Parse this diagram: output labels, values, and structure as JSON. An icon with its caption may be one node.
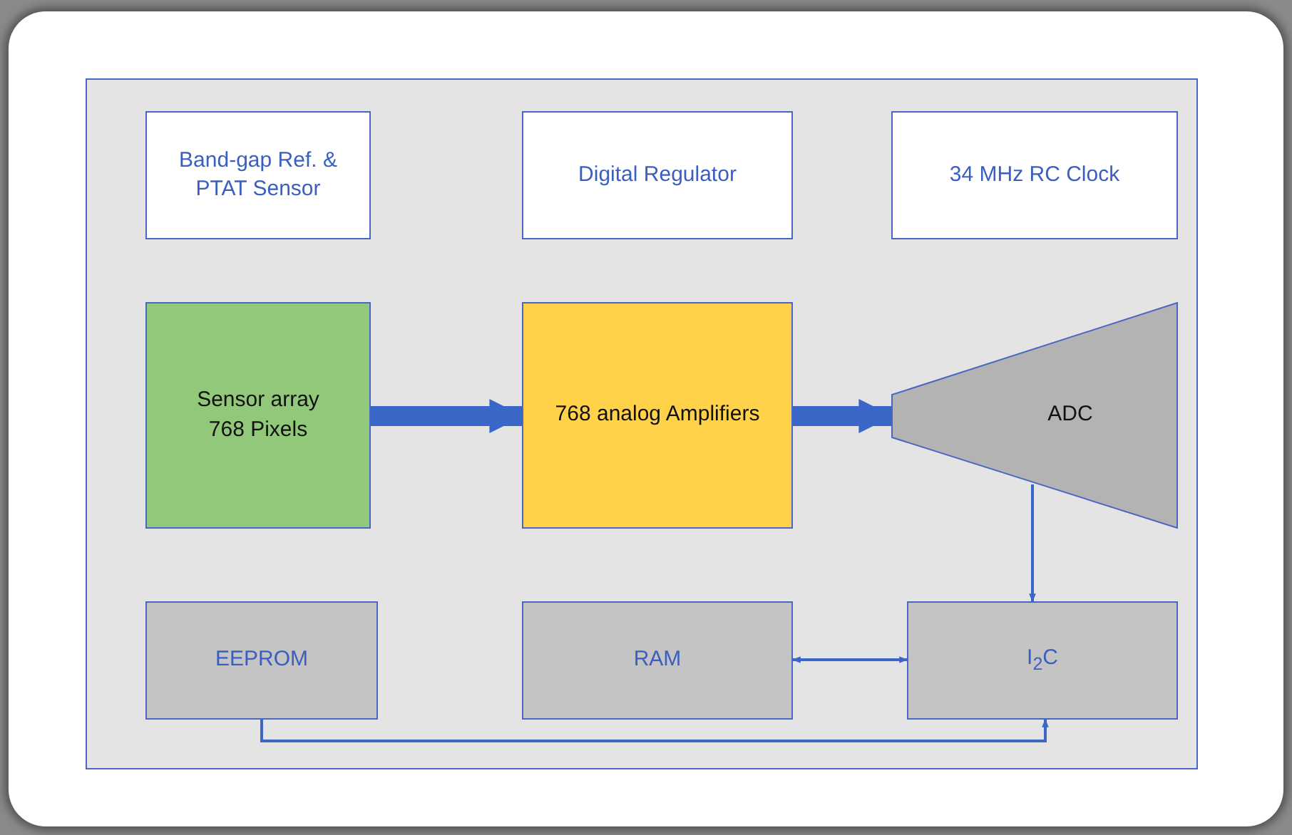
{
  "diagram": {
    "nodes": [
      {
        "text": [
          "Band-gap Ref. & PTAT Sensor"
        ]
      },
      {
        "text": [
          "Digital Regulator"
        ]
      },
      {
        "text": [
          "34 MHz RC Clock"
        ]
      },
      {
        "text": [
          "Sensor array 768 Pixels"
        ]
      },
      {
        "text": [
          "768 analog Amplifiers"
        ]
      },
      {
        "text": [
          "ADC"
        ]
      },
      {
        "text": [
          "EEPROM"
        ]
      },
      {
        "text": [
          "RAM"
        ]
      },
      {
        "text": [
          "I$_{2}$C"
        ]
      }
    ],
    "edges": [
      {
        "from": 3,
        "to": 4,
        "arrow": "to",
        "style": "thick"
      },
      {
        "from": 4,
        "to": 5,
        "arrow": "to",
        "style": "thick"
      },
      {
        "from": 5,
        "to": 8,
        "arrow": "to"
      },
      {
        "from": 7,
        "to": 8,
        "arrow": "both"
      },
      {
        "from": 6,
        "to": 8,
        "arrow": "to"
      }
    ]
  }
}
